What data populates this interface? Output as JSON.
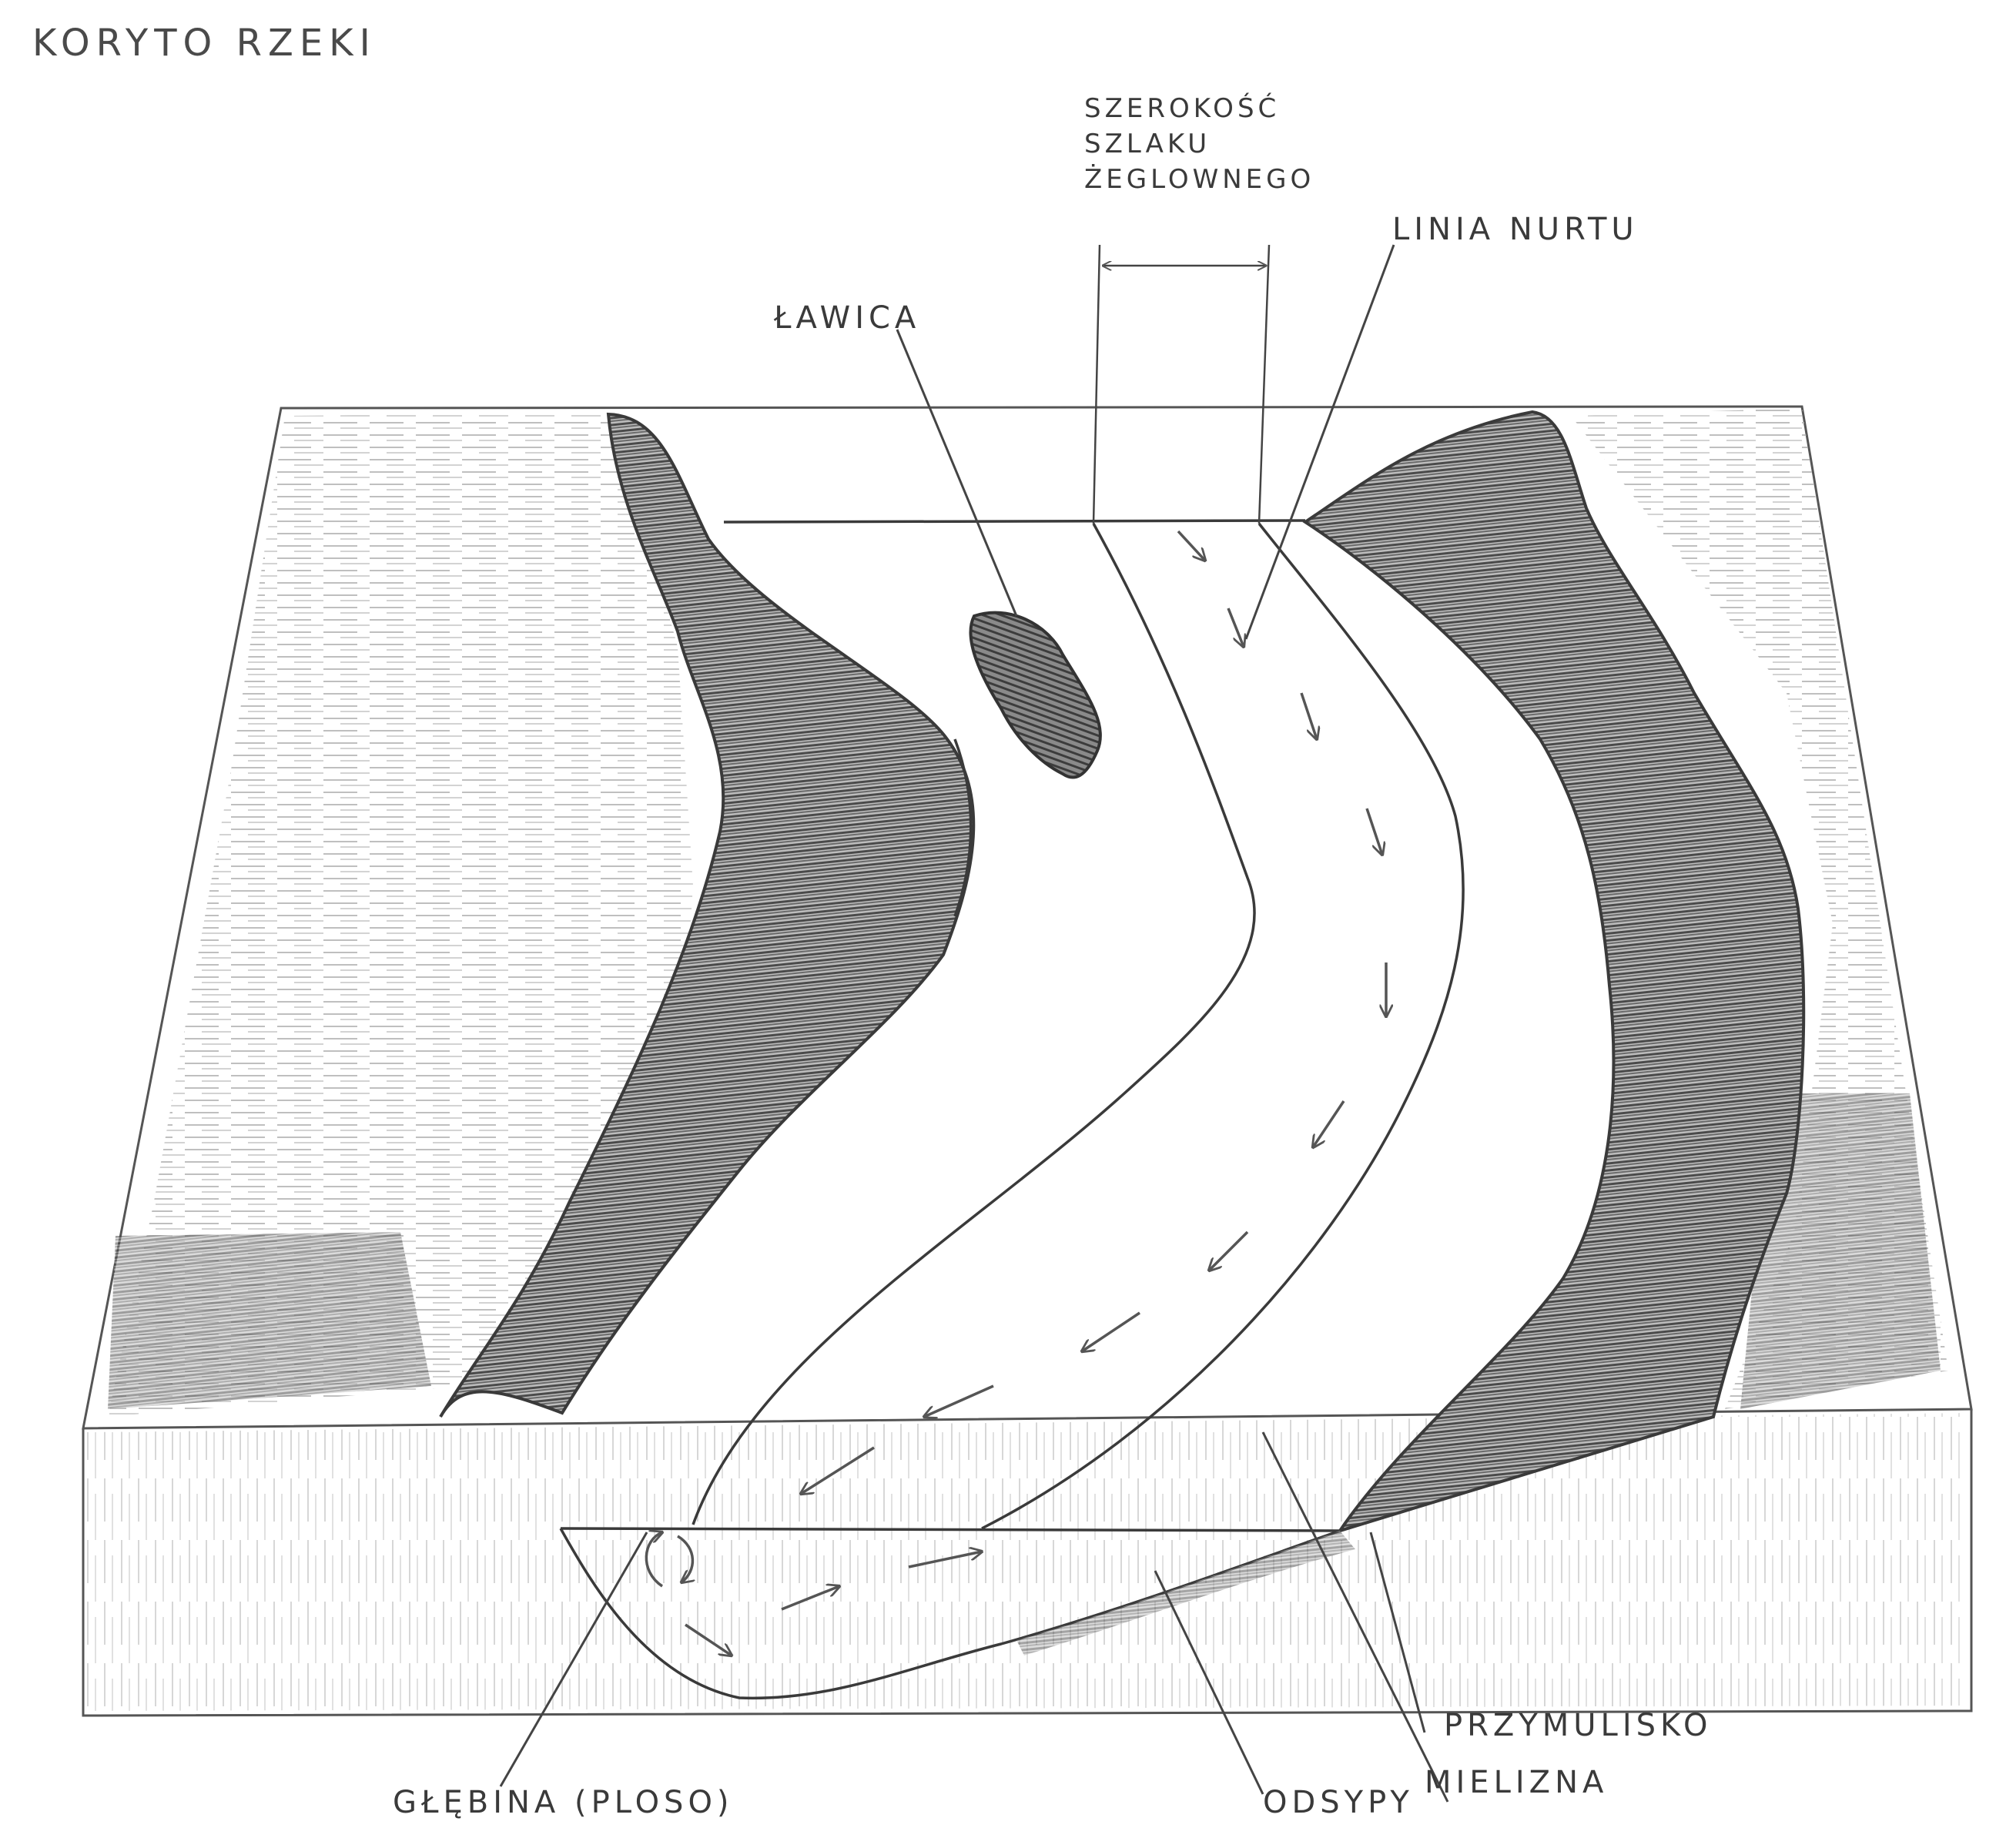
{
  "title": "KORYTO RZEKI",
  "labels": {
    "width_line1": "SZEROKOŚĆ",
    "width_line2": "SZLAKU",
    "width_line3": "ŻEGLOWNEGO",
    "thalweg": "LINIA NURTU",
    "bar": "ŁAWICA",
    "floodplain_area": "PRZYMULISKO",
    "shoal": "MIELIZNA",
    "deposits": "ODSYPY",
    "pool": "GŁĘBINA (PLOSO)"
  },
  "colors": {
    "ink": "#3a3a3a",
    "hatch": "#555555",
    "paper": "#ffffff"
  }
}
